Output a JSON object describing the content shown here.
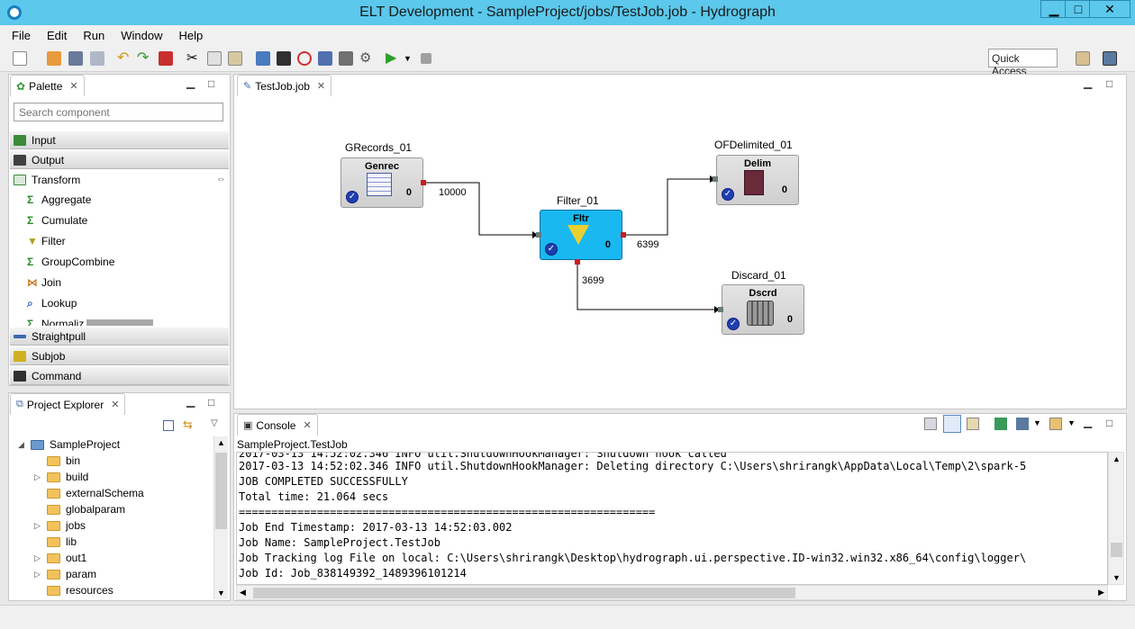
{
  "window": {
    "title": "ELT Development - SampleProject/jobs/TestJob.job - Hydrograph",
    "min": "▁",
    "max": "□",
    "close": "✕"
  },
  "menu": [
    "File",
    "Edit",
    "Run",
    "Window",
    "Help"
  ],
  "toolbar": {
    "quick_access": "Quick Access"
  },
  "palette": {
    "tab": "Palette",
    "search_placeholder": "Search component",
    "drawers": [
      "Input",
      "Output",
      "Transform",
      "Straightpull",
      "Subjob",
      "Command"
    ],
    "transform_items": [
      "Aggregate",
      "Cumulate",
      "Filter",
      "GroupCombine",
      "Join",
      "Lookup",
      "Normaliz"
    ]
  },
  "explorer": {
    "tab": "Project Explorer",
    "project": "SampleProject",
    "folders": [
      "bin",
      "build",
      "externalSchema",
      "globalparam",
      "jobs",
      "lib",
      "out1",
      "param",
      "resources"
    ]
  },
  "editor": {
    "tab": "TestJob.job",
    "components": [
      {
        "name": "GRecords_01",
        "short": "Genrec",
        "count": "0"
      },
      {
        "name": "Filter_01",
        "short": "Fltr",
        "count": "0"
      },
      {
        "name": "OFDelimited_01",
        "short": "Delim",
        "count": "0"
      },
      {
        "name": "Discard_01",
        "short": "Dscrd",
        "count": "0"
      }
    ],
    "links": [
      "10000",
      "6399",
      "3699"
    ]
  },
  "console": {
    "tab": "Console",
    "job": "SampleProject.TestJob",
    "lines": [
      "2017-03-13 14:52:02.346 INFO util.ShutdownHookManager: Deleting directory C:\\Users\\shrirangk\\AppData\\Local\\Temp\\2\\spark-5",
      "JOB COMPLETED SUCCESSFULLY",
      "Total time: 21.064 secs",
      "================================================================",
      "Job End Timestamp: 2017-03-13 14:52:03.002",
      "Job Name: SampleProject.TestJob",
      "Job Tracking log File on local: C:\\Users\\shrirangk\\Desktop\\hydrograph.ui.perspective.ID-win32.win32.x86_64\\config\\logger\\",
      "Job Id: Job_838149392_1489396101214"
    ]
  }
}
